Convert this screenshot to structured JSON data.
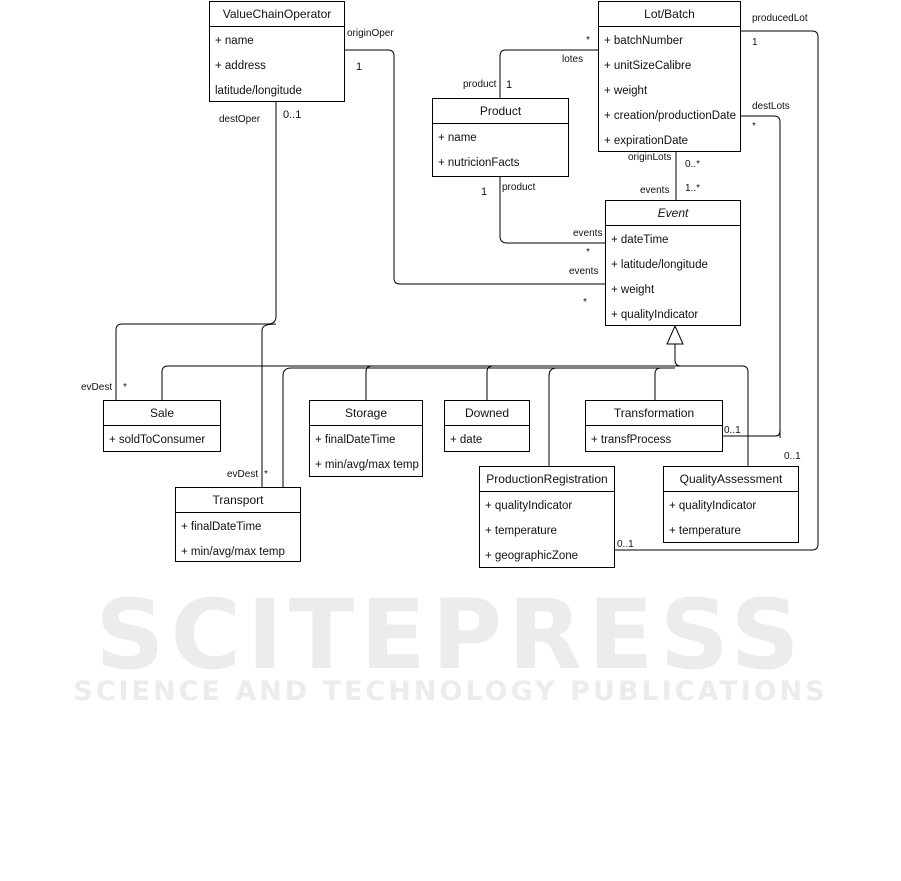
{
  "classes": {
    "vco": {
      "name": "ValueChainOperator",
      "attrs": [
        "+ name",
        "+ address",
        "latitude/longitude"
      ]
    },
    "lot": {
      "name": "Lot/Batch",
      "attrs": [
        "+ batchNumber",
        "+ unitSizeCalibre",
        "+ weight",
        "+ creation/productionDate",
        "+ expirationDate"
      ]
    },
    "product": {
      "name": "Product",
      "attrs": [
        "+ name",
        "+ nutricionFacts"
      ]
    },
    "event": {
      "name": "Event",
      "attrs": [
        "+ dateTime",
        "+ latitude/longitude",
        "+ weight",
        "+ qualityIndicator"
      ]
    },
    "sale": {
      "name": "Sale",
      "attrs": [
        "+ soldToConsumer"
      ]
    },
    "storage": {
      "name": "Storage",
      "attrs": [
        "+ finalDateTime",
        "+ min/avg/max temp"
      ]
    },
    "downed": {
      "name": "Downed",
      "attrs": [
        "+ date"
      ]
    },
    "transformation": {
      "name": "Transformation",
      "attrs": [
        "+ transfProcess"
      ]
    },
    "transport": {
      "name": "Transport",
      "attrs": [
        "+ finalDateTime",
        "+ min/avg/max temp"
      ]
    },
    "production": {
      "name": "ProductionRegistration",
      "attrs": [
        "+ qualityIndicator",
        "+ temperature",
        "+ geographicZone"
      ]
    },
    "quality": {
      "name": "QualityAssessment",
      "attrs": [
        "+ qualityIndicator",
        "+ temperature"
      ]
    }
  },
  "labels": {
    "origin_oper": "originOper",
    "origin_oper_mult": "1",
    "dest_oper": "destOper",
    "dest_oper_mult": "0..1",
    "lotes": "lotes",
    "lotes_mult": "*",
    "product_role": "product",
    "product_mult": "1",
    "produced_lot": "producedLot",
    "produced_lot_mult": "1",
    "dest_lots": "destLots",
    "dest_lots_mult": "*",
    "origin_lots": "originLots",
    "origin_lots_mult": "0..*",
    "events_lot": "events",
    "events_lot_mult": "1..*",
    "product_role2": "product",
    "product_mult2": "1",
    "events_product": "events",
    "events_product_mult": "*",
    "events_oper": "events",
    "events_oper_mult": "*",
    "ev_dest_sale": "evDest",
    "ev_dest_sale_mult": "*",
    "ev_dest_transport": "evDest",
    "ev_dest_transport_mult": "*",
    "transformation_mult": "0..1",
    "quality_mult": "0..1",
    "production_mult": "0..1"
  },
  "watermark": {
    "main": "SCITEPRESS",
    "sub": "SCIENCE AND TECHNOLOGY PUBLICATIONS"
  }
}
